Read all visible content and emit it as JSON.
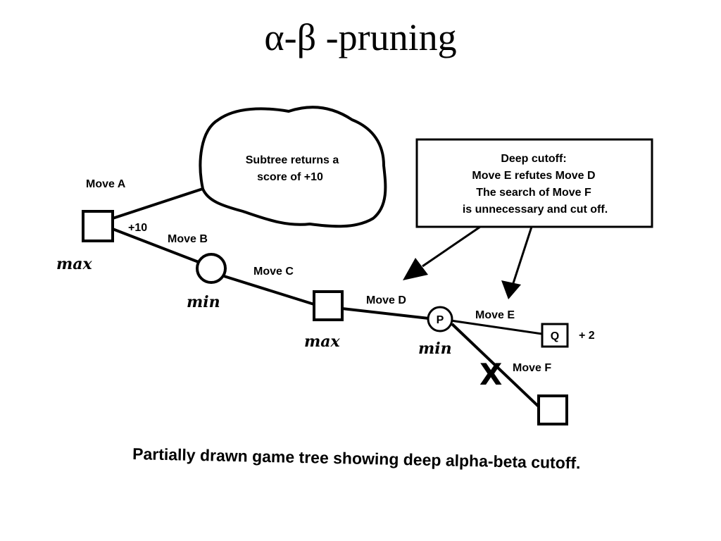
{
  "title": "α-β -pruning",
  "diagram": {
    "subtree_note": [
      "Subtree returns a",
      "score of +10"
    ],
    "callout": [
      "Deep cutoff:",
      "Move E refutes Move D",
      "The search of Move F",
      "is unnecessary and cut off."
    ],
    "edges": {
      "move_a": "Move A",
      "move_b": "Move B",
      "move_c": "Move C",
      "move_d": "Move D",
      "move_e": "Move E",
      "move_f": "Move F"
    },
    "scores": {
      "move_a_score": "+10",
      "q_score": "+ 2"
    },
    "nodes": {
      "p": "P",
      "q": "Q"
    },
    "node_types": {
      "root": "max",
      "b": "min",
      "c": "max",
      "p": "min"
    },
    "cut_mark": "X",
    "caption": "Partially drawn game tree showing deep alpha-beta cutoff."
  }
}
